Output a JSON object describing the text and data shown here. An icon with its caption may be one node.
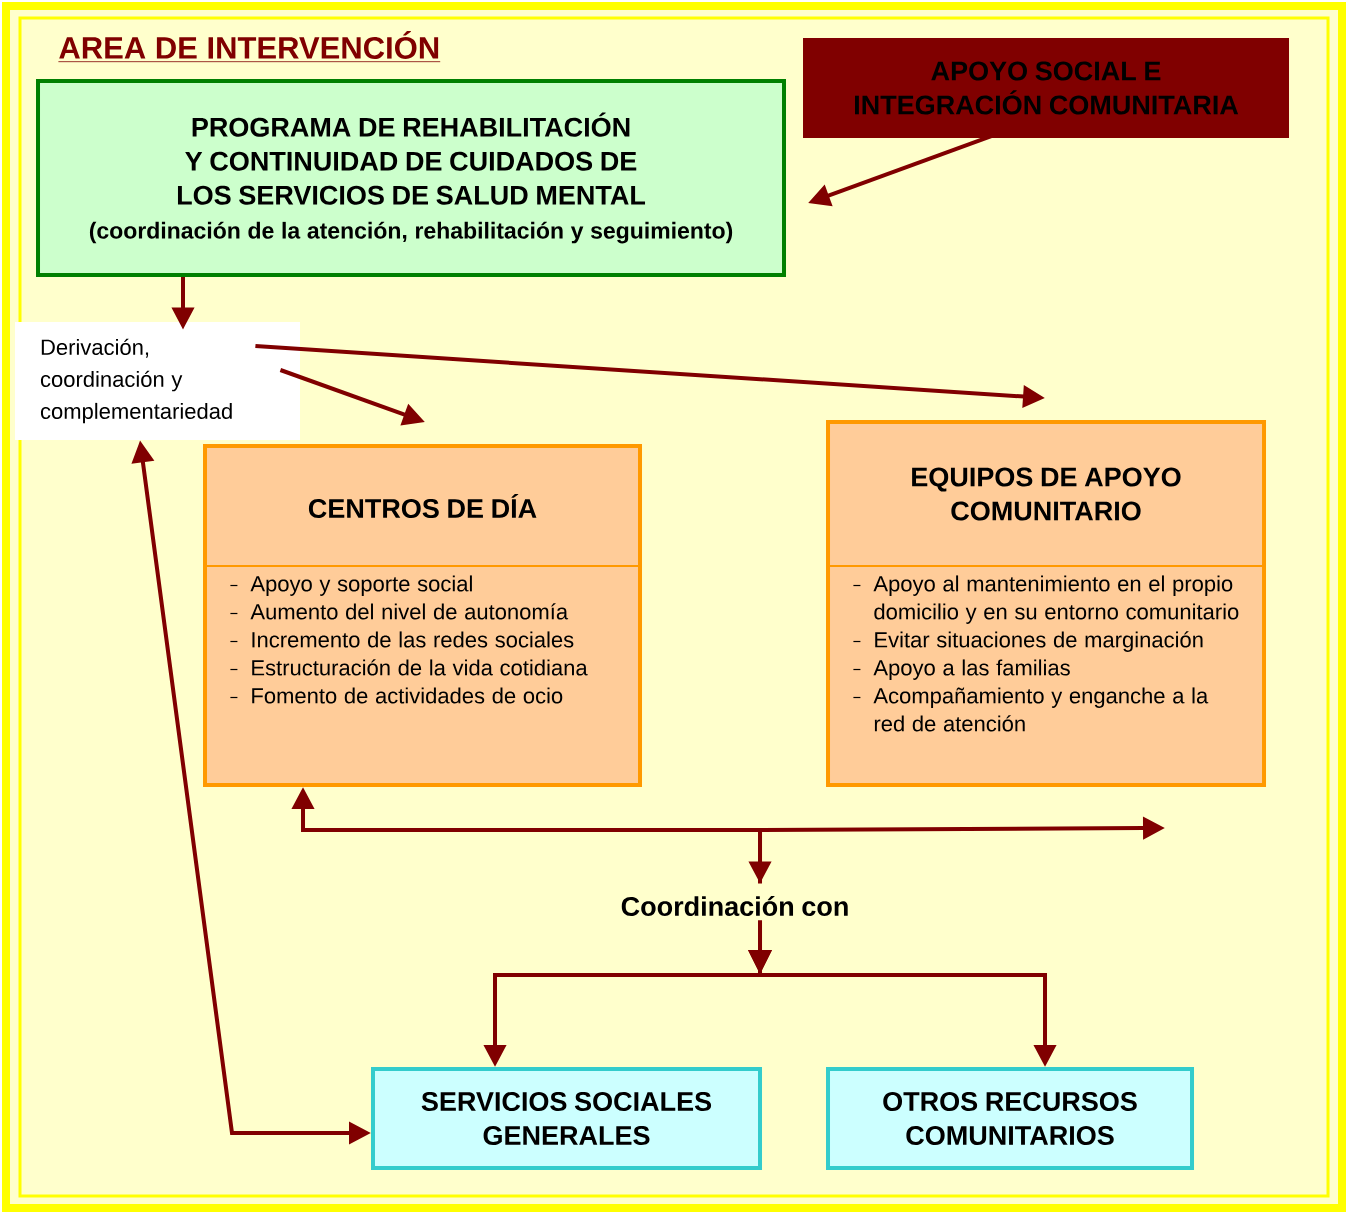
{
  "diagram": {
    "title": "AREA DE INTERVENCIÓN",
    "nodes": [
      {
        "text": [
          "PROGRAMA DE REHABILITACIÓN Y CONTINUIDAD DE CUIDADOS DE LOS SERVICIOS DE SALUD MENTAL",
          "(coordinación de la atención, rehabilitación y seguimiento)"
        ]
      },
      {
        "text": [
          "APOYO SOCIAL E INTEGRACIÓN COMUNITARIA"
        ]
      },
      {
        "text": [
          "Derivación, coordinación y complementariedad"
        ]
      },
      {
        "text": [
          "CENTROS DE DÍA",
          "Apoyo y soporte social",
          "Aumento del nivel de autonomía",
          "Incremento de las redes sociales",
          "Estructuración de la vida cotidiana",
          "Fomento de actividades de ocio"
        ]
      },
      {
        "text": [
          "EQUIPOS DE APOYO COMUNITARIO",
          "Apoyo al mantenimiento en el propio domicilio y en su entorno comunitario",
          "Evitar situaciones de marginación",
          "Apoyo a las familias",
          "Acompañamiento y enganche a la red de atención"
        ]
      },
      {
        "text": [
          "Coordinación con"
        ]
      },
      {
        "text": [
          "SERVICIOS SOCIALES GENERALES"
        ]
      },
      {
        "text": [
          "OTROS RECURSOS COMUNITARIOS"
        ]
      }
    ],
    "edges": [
      {
        "from": 1,
        "to": 0,
        "arrow": "to"
      },
      {
        "from": 0,
        "to": 2,
        "arrow": "to"
      },
      {
        "from": 2,
        "to": 3,
        "arrow": "to"
      },
      {
        "from": 2,
        "to": 4,
        "arrow": "to"
      },
      {
        "from": 2,
        "to": 6,
        "arrow": "both"
      },
      {
        "from": 5,
        "to": 3,
        "arrow": "both"
      },
      {
        "from": 5,
        "to": 4,
        "arrow": "to"
      },
      {
        "from": 5,
        "to": 6,
        "arrow": "to"
      },
      {
        "from": 5,
        "to": 7,
        "arrow": "to"
      }
    ]
  }
}
